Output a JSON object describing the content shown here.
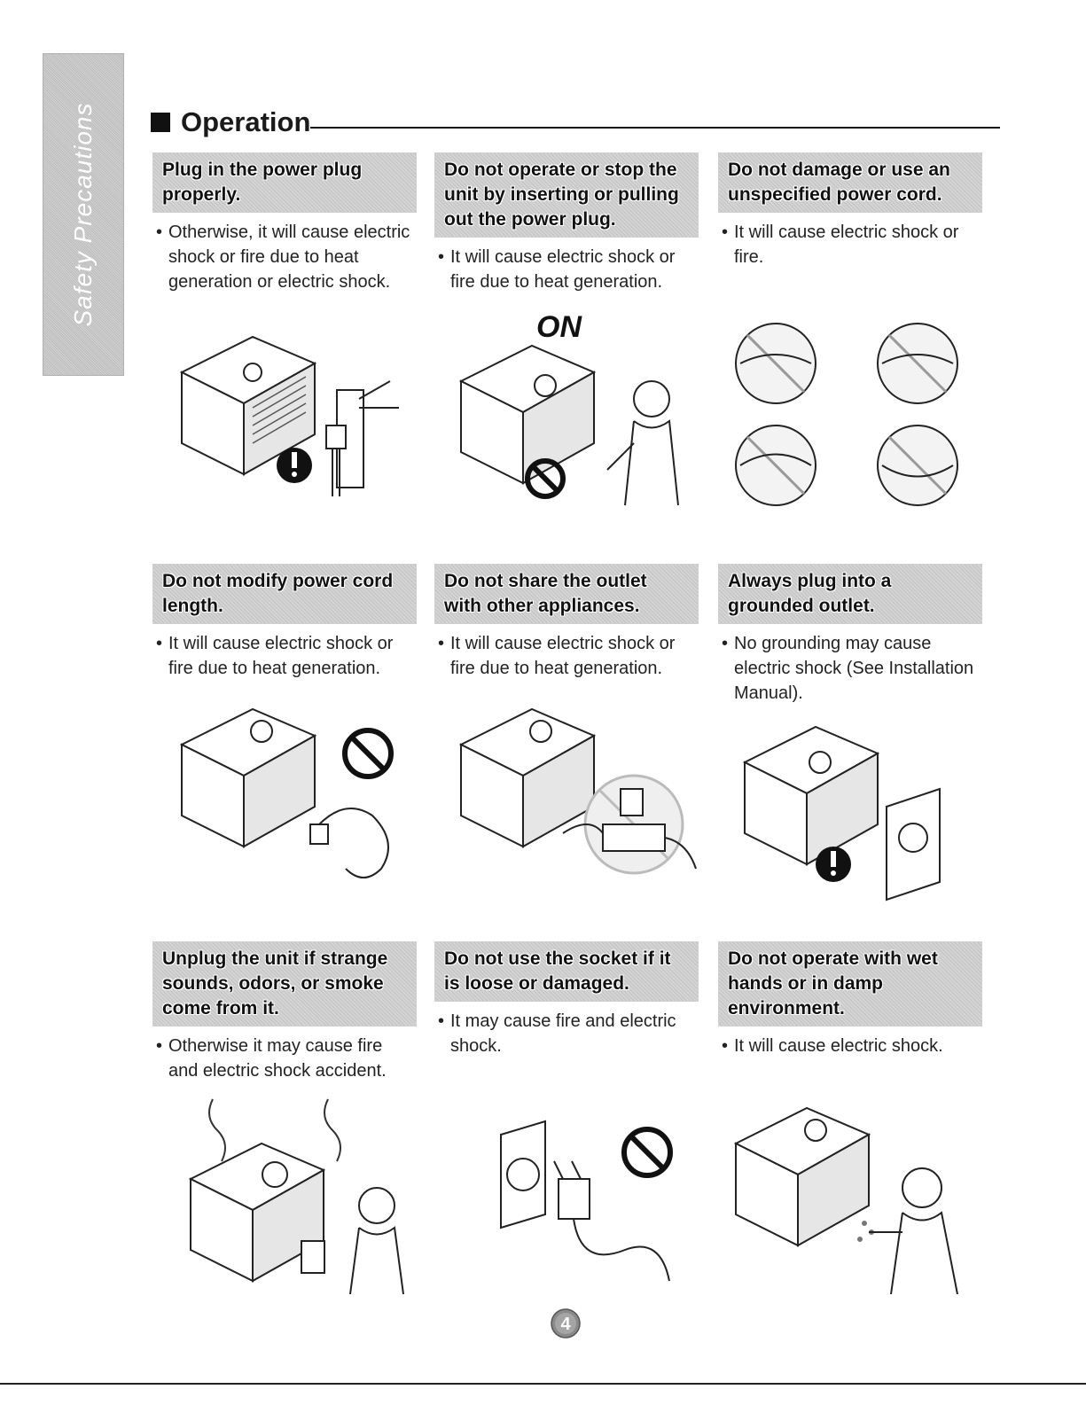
{
  "side_tab": {
    "label": "Safety Precautions"
  },
  "section": {
    "title": "Operation"
  },
  "cards": [
    {
      "title": "Plug in the power plug properly.",
      "text": "Otherwise, it will cause electric shock or fire due to heat generation or electric shock.",
      "symbol": "mandatory-icon"
    },
    {
      "title": "Do not operate or stop the unit by inserting or pulling out the power plug.",
      "text": "It will cause electric shock or fire due to heat generation.",
      "caption": "ON",
      "symbol": "prohibited-icon"
    },
    {
      "title": "Do not damage or use an unspecified power cord.",
      "text": "It will cause electric shock or fire.",
      "symbol": "prohibited-icon"
    },
    {
      "title": "Do not modify power cord length.",
      "text": "It will cause electric shock or fire due to heat generation.",
      "symbol": "prohibited-icon"
    },
    {
      "title": "Do not share the outlet with other appliances.",
      "text": "It will cause electric shock or fire due to heat generation.",
      "symbol": "prohibited-icon"
    },
    {
      "title": "Always plug into a grounded outlet.",
      "text": "No grounding may cause electric shock (See Installation Manual).",
      "symbol": "mandatory-icon"
    },
    {
      "title": "Unplug the unit if strange sounds, odors, or smoke come from it.",
      "text": "Otherwise it may cause fire and electric shock accident.",
      "symbol": ""
    },
    {
      "title": "Do not use the socket if it is loose or damaged.",
      "text": "It may cause fire and electric shock.",
      "symbol": "prohibited-icon"
    },
    {
      "title": "Do not operate with wet hands or in damp environment.",
      "text": "It will cause electric shock.",
      "symbol": ""
    }
  ],
  "page": {
    "number": "4"
  }
}
